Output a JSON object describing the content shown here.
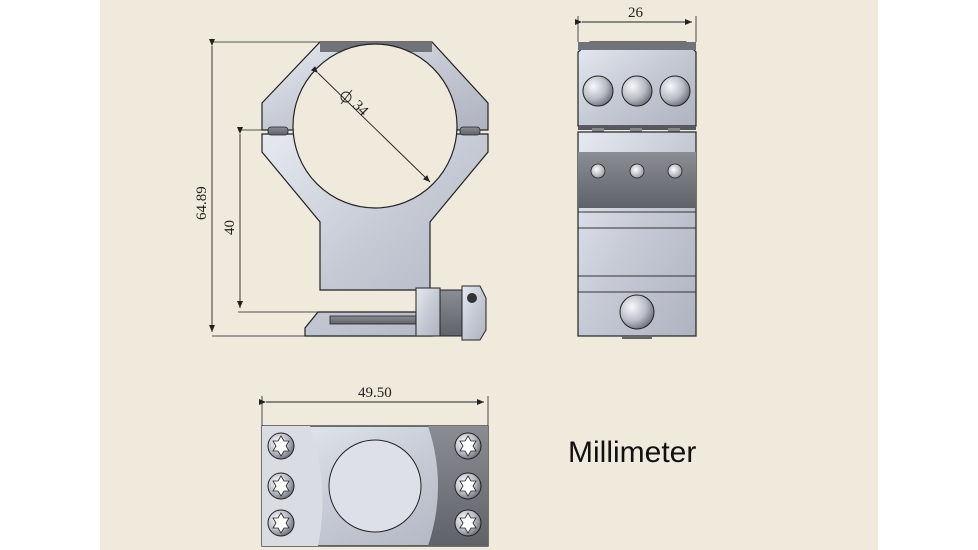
{
  "drawing": {
    "units": "Millimeter",
    "dimensions": {
      "ring_diameter": "34",
      "overall_height": "64.89",
      "center_height": "40",
      "side_width": "26",
      "top_length": "49.50"
    }
  },
  "colors": {
    "sheet": "#efeadc",
    "margin": "#ffffff",
    "metal": "#c8ccd6",
    "metal_dark": "#6d7078",
    "outline": "#222222"
  }
}
